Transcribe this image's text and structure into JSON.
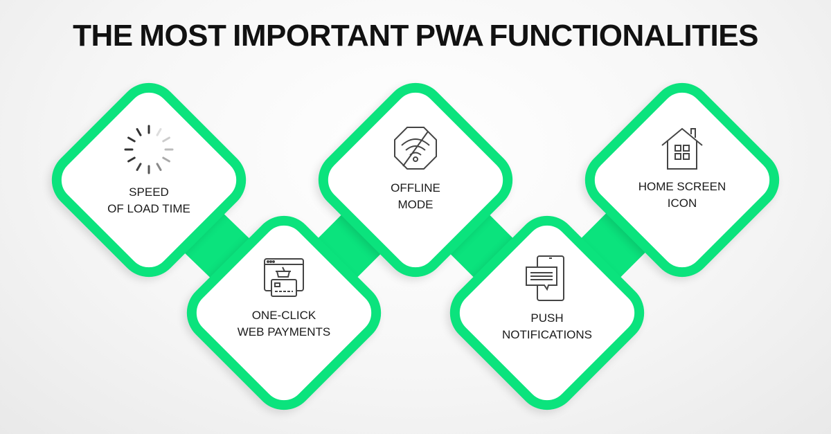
{
  "title": "THE MOST IMPORTANT PWA  FUNCTIONALITIES",
  "accent_color": "#0be37d",
  "items": [
    {
      "line1": "SPEED",
      "line2": "OF LOAD TIME",
      "icon": "loading-spinner-icon"
    },
    {
      "line1": "ONE-CLICK",
      "line2": "WEB PAYMENTS",
      "icon": "payment-card-icon"
    },
    {
      "line1": "OFFLINE",
      "line2": "MODE",
      "icon": "wifi-off-icon"
    },
    {
      "line1": "PUSH",
      "line2": "NOTIFICATIONS",
      "icon": "phone-notification-icon"
    },
    {
      "line1": "HOME SCREEN",
      "line2": "ICON",
      "icon": "home-icon"
    }
  ]
}
